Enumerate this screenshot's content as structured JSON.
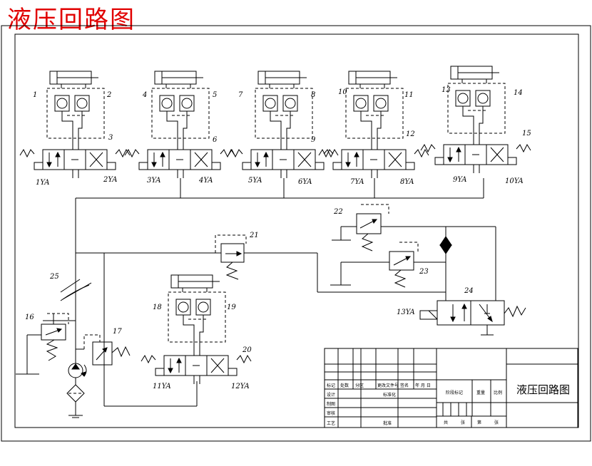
{
  "title": "液压回路图",
  "component_labels": [
    "1",
    "2",
    "3",
    "4",
    "5",
    "6",
    "7",
    "8",
    "9",
    "10",
    "11",
    "12",
    "13",
    "14",
    "15",
    "16",
    "17",
    "18",
    "19",
    "20",
    "21",
    "22",
    "23",
    "24",
    "25"
  ],
  "solenoids": [
    "1YA",
    "2YA",
    "3YA",
    "4YA",
    "5YA",
    "6YA",
    "7YA",
    "8YA",
    "9YA",
    "10YA",
    "11YA",
    "12YA",
    "13YA"
  ],
  "title_block": {
    "name": "液压回路图",
    "row1": [
      "标记",
      "处数",
      "分区",
      "更改文件号",
      "签名",
      "年 月 日"
    ],
    "row2": [
      "设计",
      "",
      "标准化",
      ""
    ],
    "row3": [
      "制图"
    ],
    "row4": [
      "审核"
    ],
    "row5": [
      "工艺",
      "",
      "批准"
    ],
    "stage": "阶段标记",
    "weight": "重量",
    "scale": "比例",
    "sheets": [
      "共",
      "张",
      "第",
      "张"
    ]
  }
}
